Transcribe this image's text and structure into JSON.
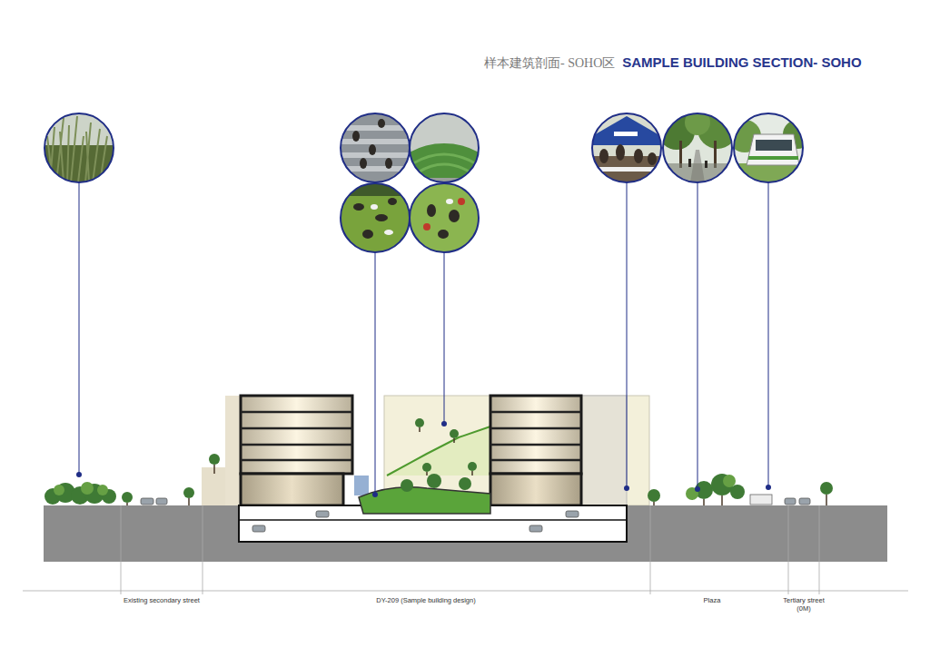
{
  "diagram": {
    "title": "SAMPLE BUILDING SECTION- SOHO",
    "labels": [
      "样本建筑剖面- SOHO区",
      "Existing secondary street",
      "DY-209 (Sample building design)",
      "Plaza",
      "Tertiary street (0M)"
    ]
  }
}
